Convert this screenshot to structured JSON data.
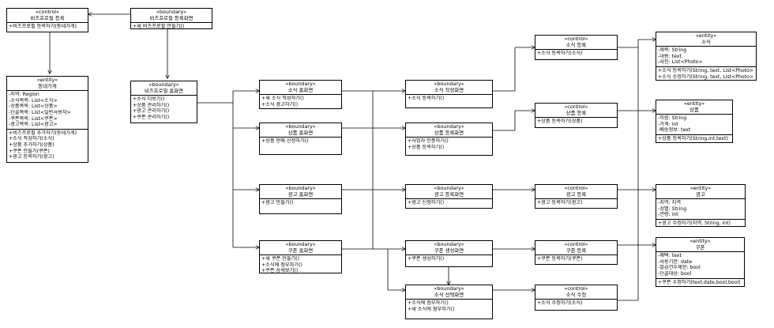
{
  "classes": {
    "c_biz_reg": {
      "stereotype": "«control»",
      "name": "비즈프로필 등록",
      "attrs": [],
      "ops": [
        "+비즈프로필 등록하기(동네가게)"
      ]
    },
    "b_biz_reg_screen": {
      "stereotype": "«boundary»",
      "name": "비즈프로필 등록화면",
      "attrs": [],
      "ops": [
        "+새 비즈프로필 만들기()"
      ]
    },
    "e_local_store": {
      "stereotype": "«entity»",
      "name": "동네가게",
      "attrs": [
        "-지역: Region",
        "-소식목록: List<소식>",
        "-상품목록: List<상품>",
        "-단골목록: List<일반사용자>",
        "-쿠폰목록: List<쿠폰>",
        "-광고목록: List<광고>"
      ],
      "ops": [
        "+비즈프로필 추가하기(동네가게)",
        "+소식 작성하기(소식)",
        "+상품 추가하기(상품)",
        "+쿠폰 만들기(쿠폰)",
        "+광고 등록하기(광고)"
      ]
    },
    "b_biz_home": {
      "stereotype": "«boundary»",
      "name": "비즈프로필 홈화면",
      "attrs": [],
      "ops": [
        "+소식 더보기()",
        "+상품 관리하기()",
        "+광고 관리하기()",
        "+쿠폰 관리하기()"
      ]
    },
    "b_news_home": {
      "stereotype": "«boundary»",
      "name": "소식 홈화면",
      "attrs": [],
      "ops": [
        "+새 소식 작성하기()",
        "+소식 광고하기()"
      ]
    },
    "b_product_home": {
      "stereotype": "«boundary»",
      "name": "상품 홈화면",
      "attrs": [],
      "ops": [
        "+상품 판매 신청하기()"
      ]
    },
    "b_ad_home": {
      "stereotype": "«boundary»",
      "name": "광고 홈화면",
      "attrs": [],
      "ops": [
        "+광고 만들기()"
      ]
    },
    "b_coupon_home": {
      "stereotype": "«boundary»",
      "name": "쿠폰 홈화면",
      "attrs": [],
      "ops": [
        "+새 쿠폰 만들기()",
        "+소식에 첨부하기()",
        "+쿠폰 상세보기()"
      ]
    },
    "b_news_write": {
      "stereotype": "«boundary»",
      "name": "소식 작성화면",
      "attrs": [],
      "ops": [
        "+소식 등록하기()"
      ]
    },
    "b_product_reg": {
      "stereotype": "«boundary»",
      "name": "상품 등록화면",
      "attrs": [],
      "ops": [
        "+사업자 인증하기()",
        "+상품 등록하기()"
      ]
    },
    "b_ad_reg": {
      "stereotype": "«boundary»",
      "name": "광고 등록화면",
      "attrs": [],
      "ops": [
        "+광고 신청하기()"
      ]
    },
    "b_coupon_create": {
      "stereotype": "«boundary»",
      "name": "쿠폰 생성화면",
      "attrs": [],
      "ops": [
        "+쿠폰 생성하기()"
      ]
    },
    "b_news_select": {
      "stereotype": "«boundary»",
      "name": "소식 선택화면",
      "attrs": [],
      "ops": [
        "+소식에 첨부하기()",
        "+새 소식에 첨부하기()"
      ]
    },
    "c_news_reg": {
      "stereotype": "«control»",
      "name": "소식 등록",
      "attrs": [],
      "ops": [
        "+소식 등록하기(소식)"
      ]
    },
    "c_product_reg": {
      "stereotype": "«control»",
      "name": "상품 등록",
      "attrs": [],
      "ops": [
        "+상품 등록하기(상품)"
      ]
    },
    "c_ad_reg": {
      "stereotype": "«control»",
      "name": "광고 등록",
      "attrs": [],
      "ops": [
        "+광고 등록하기(광고)"
      ]
    },
    "c_coupon_reg": {
      "stereotype": "«control»",
      "name": "쿠폰 등록",
      "attrs": [],
      "ops": [
        "+쿠폰 등록하기(쿠폰)"
      ]
    },
    "c_news_edit": {
      "stereotype": "«control»",
      "name": "소식 수정",
      "attrs": [],
      "ops": [
        "+소식 수정하기(소식)"
      ]
    },
    "e_news": {
      "stereotype": "«entity»",
      "name": "소식",
      "attrs": [
        "-제목: String",
        "-내용: text",
        "-사진: List<Photo>"
      ],
      "ops": [
        "+소식 등록하기(String, text, List<Photo>)",
        "+소식 수정하기(String, text, List<Photo>)"
      ]
    },
    "e_product": {
      "stereotype": "«entity»",
      "name": "상품",
      "attrs": [
        "-이름: String",
        "-가격: int",
        "-배송정보: text"
      ],
      "ops": [
        "+상품 등록하기(String,int,text)"
      ]
    },
    "e_ad": {
      "stereotype": "«entity»",
      "name": "광고",
      "attrs": [
        "-지역: 지역",
        "-성별: String",
        "-연령: int"
      ],
      "ops": [
        "+광고 수정하기(지역, String, int)"
      ]
    },
    "e_coupon": {
      "stereotype": "«entity»",
      "name": "쿠폰",
      "attrs": [
        "-혜택: text",
        "-사용기한: date",
        "-발급건수제한: bool",
        "-단골대상: bool"
      ],
      "ops": [
        "+쿠폰 수정하기(text,date,bool,bool)"
      ]
    }
  }
}
